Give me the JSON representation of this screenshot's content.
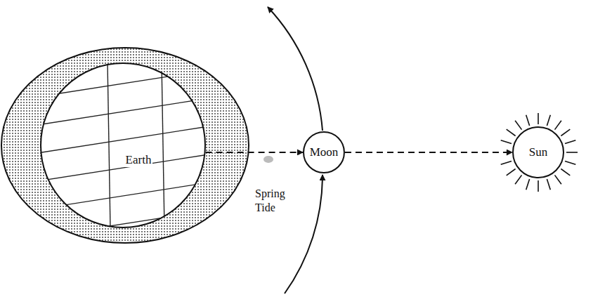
{
  "diagram": {
    "nodes": [
      {
        "text": [
          "Earth"
        ]
      },
      {
        "text": [
          "Moon"
        ]
      },
      {
        "text": [
          "Sun"
        ]
      }
    ],
    "edges": [
      {
        "from": 0,
        "to": 1,
        "arrow": "to"
      },
      {
        "from": 1,
        "to": 2,
        "arrow": "to"
      }
    ],
    "labels": [
      "Spring Tide"
    ]
  }
}
